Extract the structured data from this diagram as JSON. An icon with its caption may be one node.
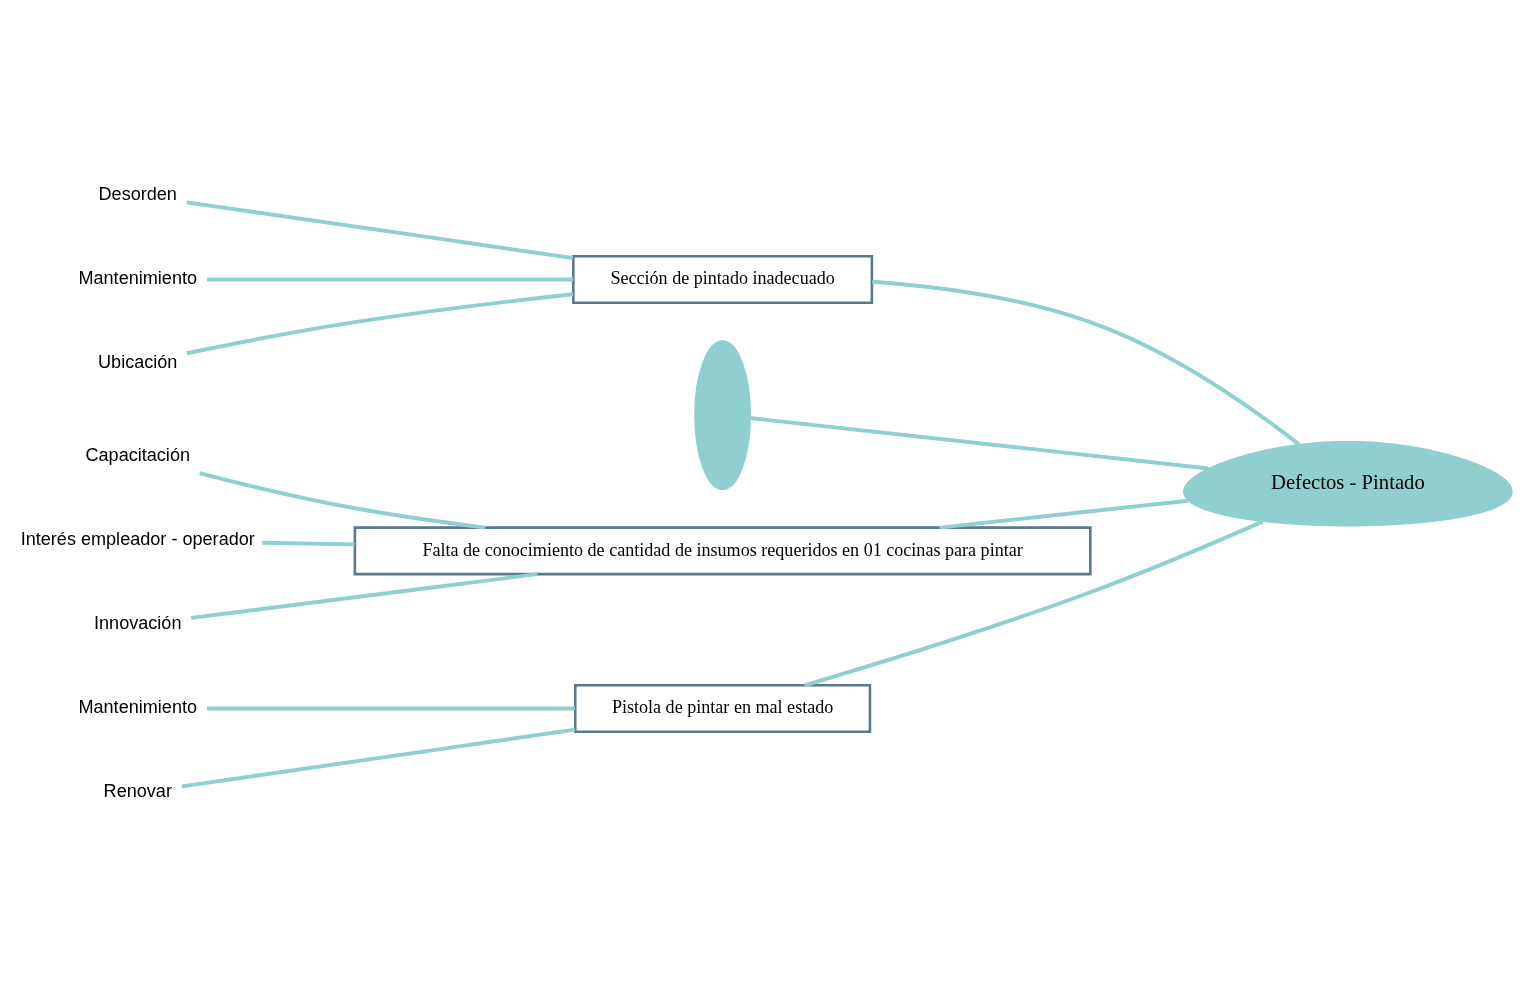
{
  "diagram": {
    "nodes": [
      {
        "text": [
          "Pistola de pintar en mal estado"
        ]
      },
      {
        "text": [
          "Mantenimiento"
        ]
      },
      {
        "text": [
          "Renovar"
        ]
      },
      {
        "text": [
          "Sección de pintado inadecuado"
        ]
      },
      {
        "text": [
          "Desorden"
        ]
      },
      {
        "text": [
          "Mantenimiento"
        ]
      },
      {
        "text": [
          "Ubicación"
        ]
      },
      {
        "text": [],
        "shape": "crescent"
      },
      {
        "text": [
          "Defectos - Pintado"
        ]
      },
      {
        "text": [
          "Capacitación"
        ]
      },
      {
        "text": [
          "Interés empleador - operador"
        ]
      },
      {
        "text": [
          "Innovación"
        ]
      },
      {
        "text": [
          "Falta de conocimiento de cantidad de insumos requeridos en 01 cocinas para pintar"
        ]
      }
    ],
    "edges": [
      {
        "from": 1,
        "to": 0,
        "arrow": "none"
      },
      {
        "from": 2,
        "to": 0,
        "arrow": "none"
      },
      {
        "from": 4,
        "to": 3,
        "arrow": "none"
      },
      {
        "from": 5,
        "to": 3,
        "arrow": "none"
      },
      {
        "from": 6,
        "to": 3,
        "arrow": "none"
      },
      {
        "from": 9,
        "to": 12,
        "arrow": "none"
      },
      {
        "from": 10,
        "to": 12,
        "arrow": "none"
      },
      {
        "from": 11,
        "to": 12,
        "arrow": "none"
      },
      {
        "from": 7,
        "to": 8,
        "arrow": "none"
      },
      {
        "from": 0,
        "to": 8,
        "arrow": "none"
      },
      {
        "from": 3,
        "to": 8,
        "arrow": "none"
      },
      {
        "from": 12,
        "to": 8,
        "arrow": "none"
      }
    ]
  }
}
